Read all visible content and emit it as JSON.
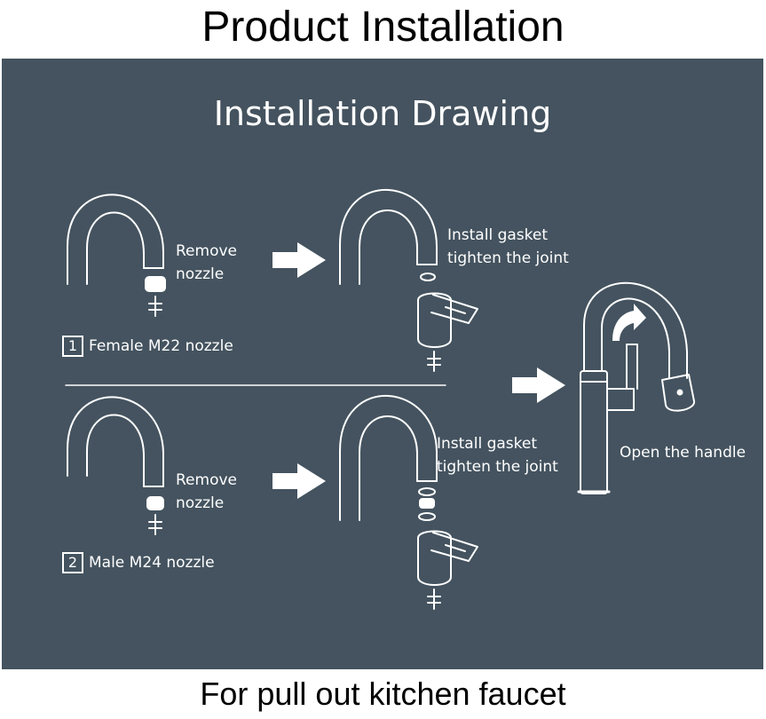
{
  "header": {
    "title": "Product Installation"
  },
  "diagram": {
    "title": "Installation Drawing",
    "step1": {
      "number": "1",
      "label": "Female M22 nozzle",
      "remove_line1": "Remove",
      "remove_line2": "nozzle",
      "install_line1": "Install gasket",
      "install_line2": "tighten the joint"
    },
    "step2": {
      "number": "2",
      "label": "Male M24 nozzle",
      "remove_line1": "Remove",
      "remove_line2": "nozzle",
      "install_line1": "Install gasket",
      "install_line2": "tighten the joint"
    },
    "final": {
      "label": "Open the handle"
    }
  },
  "footer": {
    "caption": "For pull out kitchen faucet"
  },
  "colors": {
    "panel": "#44535f",
    "line": "#ffffff"
  }
}
